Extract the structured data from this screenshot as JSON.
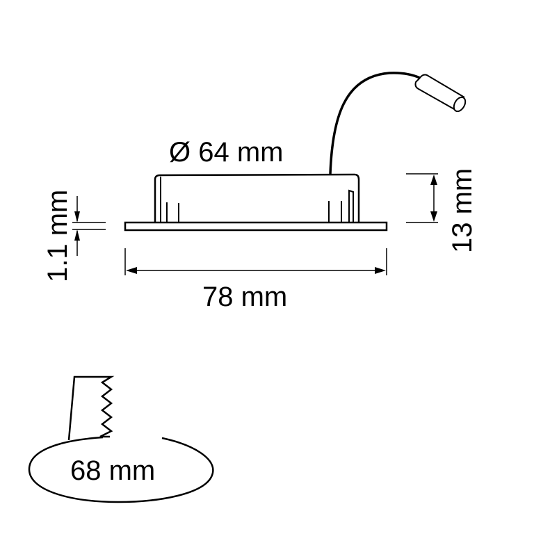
{
  "diagram": {
    "type": "dimension-drawing",
    "subject": "recessed downlight with cable and connector",
    "colors": {
      "stroke": "#000000",
      "background": "#ffffff"
    },
    "dimensions": {
      "diameter": "Ø 64 mm",
      "height": "13 mm",
      "flange_thickness": "1.1 mm",
      "overall_width": "78 mm",
      "cutout": "68 mm"
    }
  }
}
